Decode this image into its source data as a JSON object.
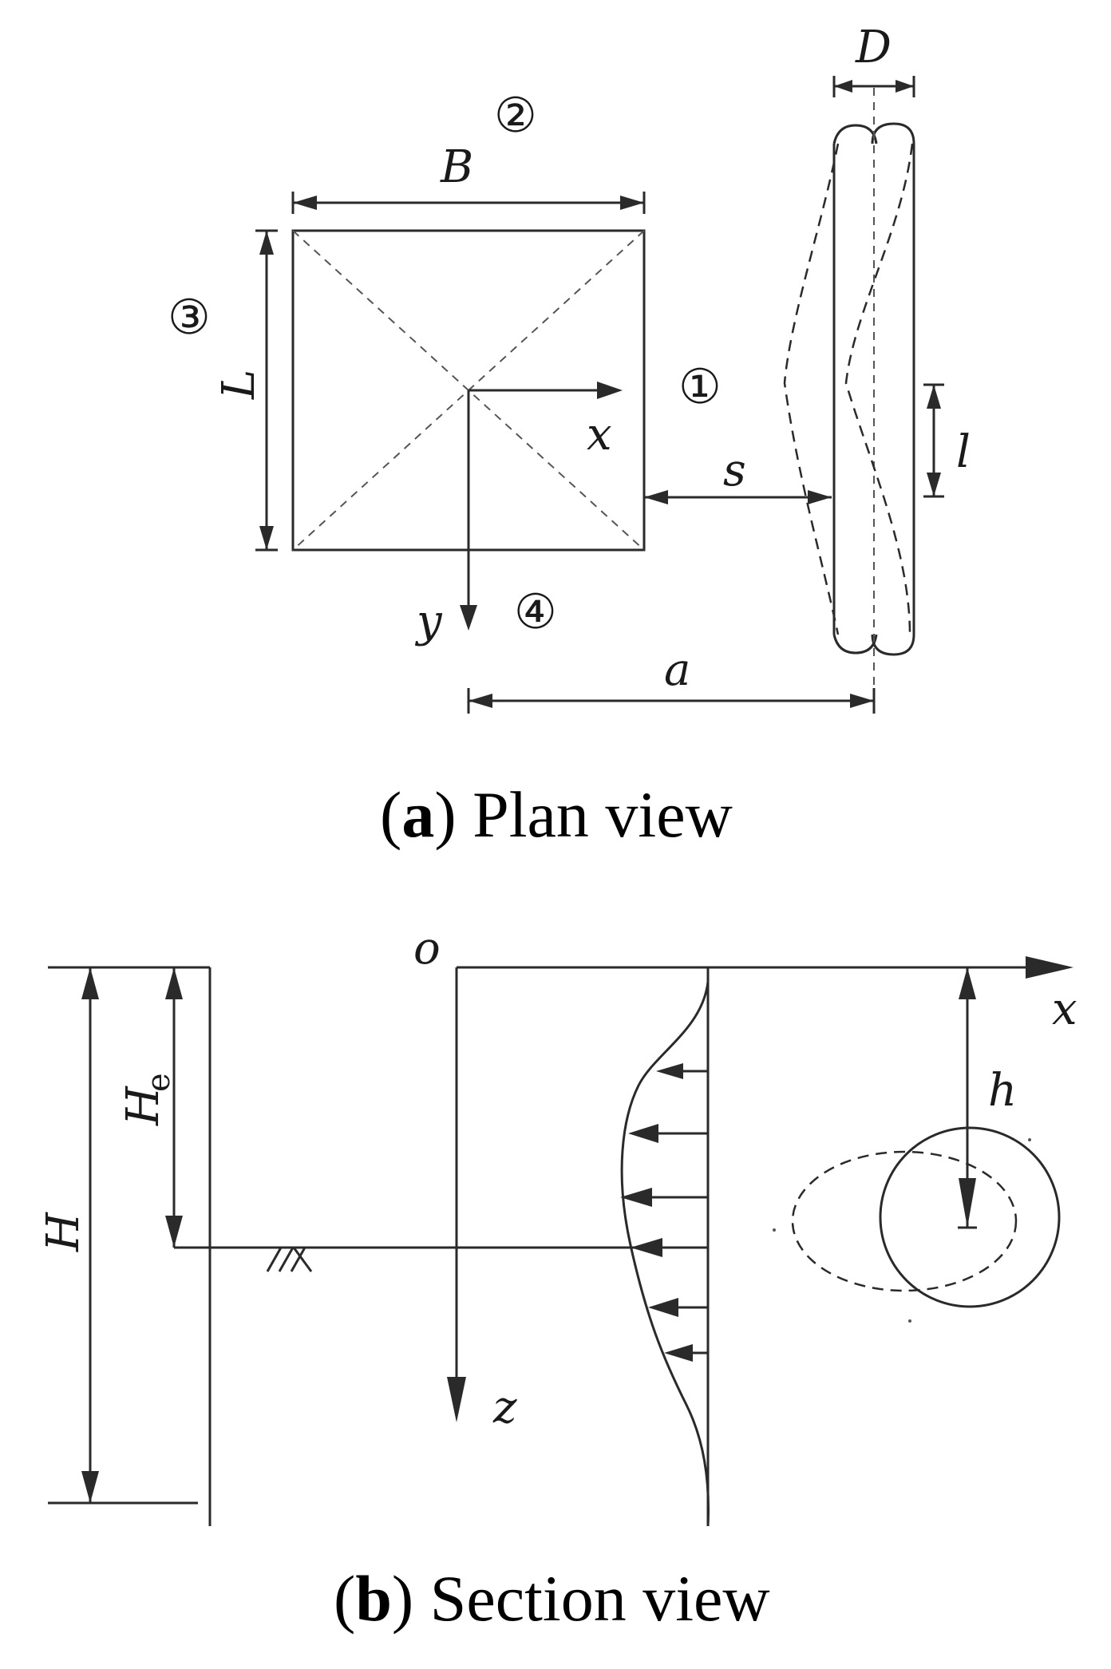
{
  "plan_view": {
    "labels": {
      "B": "B",
      "L": "L",
      "D": "D",
      "l": "l",
      "s": "s",
      "a": "a",
      "x": "x",
      "y": "y"
    },
    "sides": {
      "side1": "①",
      "side2": "②",
      "side3": "③",
      "side4": "④"
    },
    "caption": {
      "open": "(",
      "letter": "a",
      "close": ")",
      "text": " Plan view"
    }
  },
  "section_view": {
    "labels": {
      "o": "o",
      "x": "x",
      "z": "z",
      "h": "h",
      "H": "H",
      "He_main": "H",
      "He_sub": "e"
    },
    "caption": {
      "open": "(",
      "letter": "b",
      "close": ")",
      "text": " Section view"
    }
  }
}
